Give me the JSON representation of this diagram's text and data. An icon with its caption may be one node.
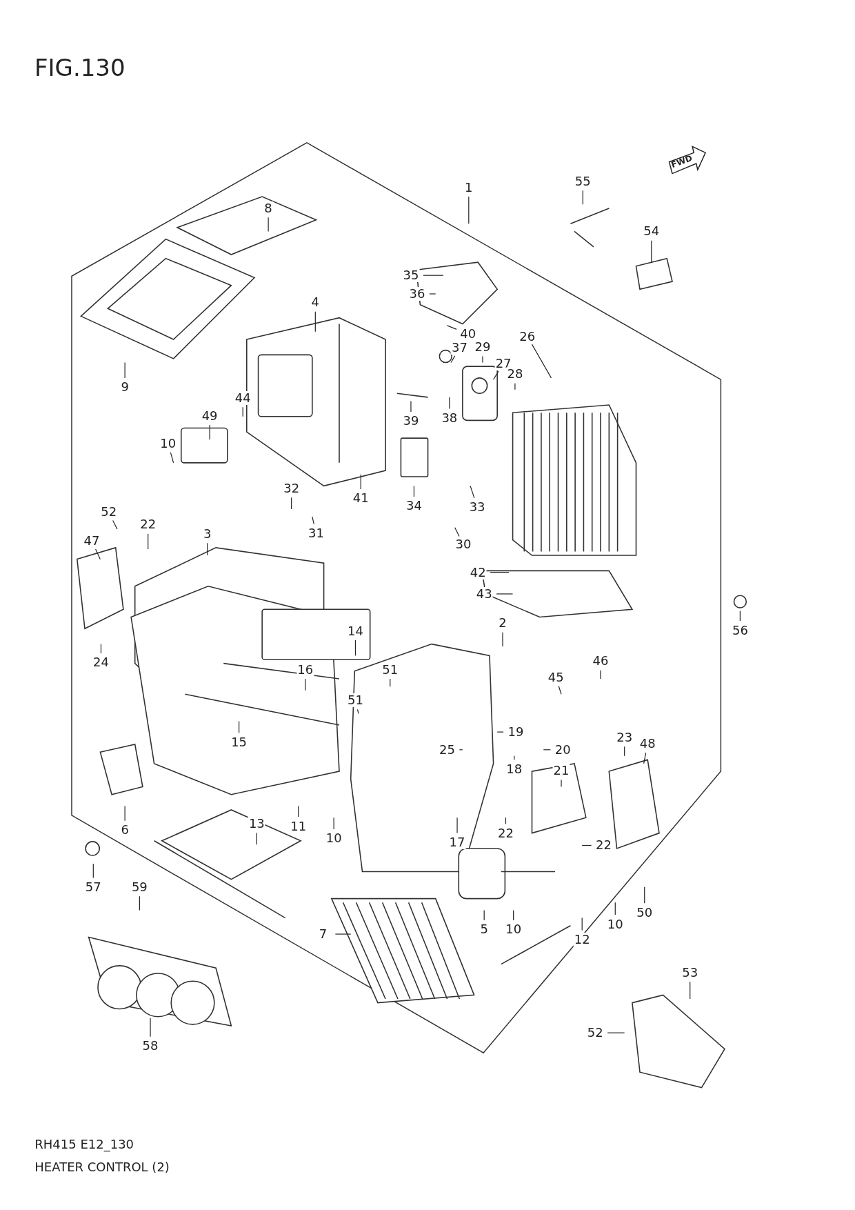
{
  "diagram": {
    "title": "FIG.130",
    "caption": "HEATER CONTROL (2)",
    "nodes": [
      {
        "text": [
          "8"
        ]
      },
      {
        "text": [
          "1"
        ]
      },
      {
        "text": [
          "55"
        ]
      },
      {
        "text": [
          "54"
        ]
      },
      {
        "text": [
          "35"
        ]
      },
      {
        "text": [
          "36"
        ]
      },
      {
        "text": [
          "4"
        ]
      },
      {
        "text": [
          "40"
        ]
      },
      {
        "text": [
          "26"
        ]
      },
      {
        "text": [
          "29"
        ]
      },
      {
        "text": [
          "37"
        ]
      },
      {
        "text": [
          "27"
        ]
      },
      {
        "text": [
          "28"
        ]
      },
      {
        "text": [
          "9"
        ]
      },
      {
        "text": [
          "38"
        ]
      },
      {
        "text": [
          "39"
        ]
      },
      {
        "text": [
          "44"
        ]
      },
      {
        "text": [
          "49"
        ]
      },
      {
        "text": [
          "10"
        ]
      },
      {
        "text": [
          "41"
        ]
      },
      {
        "text": [
          "34"
        ]
      },
      {
        "text": [
          "33"
        ]
      },
      {
        "text": [
          "32"
        ]
      },
      {
        "text": [
          "31"
        ]
      },
      {
        "text": [
          "52"
        ]
      },
      {
        "text": [
          "22"
        ]
      },
      {
        "text": [
          "47"
        ]
      },
      {
        "text": [
          "3"
        ]
      },
      {
        "text": [
          "30"
        ]
      },
      {
        "text": [
          "42"
        ]
      },
      {
        "text": [
          "43"
        ]
      },
      {
        "text": [
          "56"
        ]
      },
      {
        "text": [
          "14"
        ]
      },
      {
        "text": [
          "2"
        ]
      },
      {
        "text": [
          "24"
        ]
      },
      {
        "text": [
          "16"
        ]
      },
      {
        "text": [
          "51"
        ]
      },
      {
        "text": [
          "46"
        ]
      },
      {
        "text": [
          "45"
        ]
      },
      {
        "text": [
          "51"
        ]
      },
      {
        "text": [
          "15"
        ]
      },
      {
        "text": [
          "19"
        ]
      },
      {
        "text": [
          "20"
        ]
      },
      {
        "text": [
          "23"
        ]
      },
      {
        "text": [
          "48"
        ]
      },
      {
        "text": [
          "25"
        ]
      },
      {
        "text": [
          "18"
        ]
      },
      {
        "text": [
          "21"
        ]
      },
      {
        "text": [
          "6"
        ]
      },
      {
        "text": [
          "13"
        ]
      },
      {
        "text": [
          "11"
        ]
      },
      {
        "text": [
          "10"
        ]
      },
      {
        "text": [
          "22"
        ]
      },
      {
        "text": [
          "17"
        ]
      },
      {
        "text": [
          "22"
        ]
      },
      {
        "text": [
          "57"
        ]
      },
      {
        "text": [
          "59"
        ]
      },
      {
        "text": [
          "7"
        ]
      },
      {
        "text": [
          "5"
        ]
      },
      {
        "text": [
          "10"
        ]
      },
      {
        "text": [
          "12"
        ]
      },
      {
        "text": [
          "10"
        ]
      },
      {
        "text": [
          "50"
        ]
      },
      {
        "text": [
          "53"
        ]
      },
      {
        "text": [
          "52"
        ]
      },
      {
        "text": [
          "58"
        ]
      }
    ],
    "edges": [
      {
        "from": 0,
        "to": null,
        "arrow": "none"
      },
      {
        "from": 1,
        "to": null,
        "arrow": "none"
      },
      {
        "from": 2,
        "to": null,
        "arrow": "none"
      },
      {
        "from": 3,
        "to": null,
        "arrow": "none"
      },
      {
        "from": 4,
        "to": null,
        "arrow": "none"
      },
      {
        "from": 5,
        "to": null,
        "arrow": "none"
      },
      {
        "from": 6,
        "to": null,
        "arrow": "none"
      },
      {
        "from": 7,
        "to": null,
        "arrow": "none"
      },
      {
        "from": 8,
        "to": null,
        "arrow": "none"
      },
      {
        "from": 9,
        "to": null,
        "arrow": "none"
      },
      {
        "from": 10,
        "to": null,
        "arrow": "none"
      },
      {
        "from": 11,
        "to": null,
        "arrow": "none"
      },
      {
        "from": 12,
        "to": null,
        "arrow": "none"
      },
      {
        "from": 13,
        "to": null,
        "arrow": "none"
      },
      {
        "from": 14,
        "to": null,
        "arrow": "none"
      },
      {
        "from": 15,
        "to": null,
        "arrow": "none"
      },
      {
        "from": 16,
        "to": null,
        "arrow": "none"
      },
      {
        "from": 17,
        "to": null,
        "arrow": "none"
      },
      {
        "from": 18,
        "to": null,
        "arrow": "none"
      },
      {
        "from": 19,
        "to": null,
        "arrow": "none"
      },
      {
        "from": 20,
        "to": null,
        "arrow": "none"
      },
      {
        "from": 21,
        "to": null,
        "arrow": "none"
      },
      {
        "from": 22,
        "to": null,
        "arrow": "none"
      },
      {
        "from": 23,
        "to": null,
        "arrow": "none"
      },
      {
        "from": 24,
        "to": null,
        "arrow": "none"
      },
      {
        "from": 25,
        "to": null,
        "arrow": "none"
      },
      {
        "from": 26,
        "to": null,
        "arrow": "none"
      },
      {
        "from": 27,
        "to": null,
        "arrow": "none"
      },
      {
        "from": 28,
        "to": null,
        "arrow": "none"
      },
      {
        "from": 29,
        "to": null,
        "arrow": "none"
      },
      {
        "from": 30,
        "to": null,
        "arrow": "none"
      },
      {
        "from": 31,
        "to": null,
        "arrow": "none"
      },
      {
        "from": 32,
        "to": null,
        "arrow": "none"
      },
      {
        "from": 33,
        "to": null,
        "arrow": "none"
      },
      {
        "from": 34,
        "to": null,
        "arrow": "none"
      },
      {
        "from": 35,
        "to": null,
        "arrow": "none"
      },
      {
        "from": 36,
        "to": null,
        "arrow": "none"
      },
      {
        "from": 37,
        "to": null,
        "arrow": "none"
      },
      {
        "from": 38,
        "to": null,
        "arrow": "none"
      },
      {
        "from": 39,
        "to": null,
        "arrow": "none"
      },
      {
        "from": 40,
        "to": null,
        "arrow": "none"
      },
      {
        "from": 41,
        "to": null,
        "arrow": "none"
      },
      {
        "from": 42,
        "to": null,
        "arrow": "none"
      },
      {
        "from": 43,
        "to": null,
        "arrow": "none"
      },
      {
        "from": 44,
        "to": null,
        "arrow": "none"
      },
      {
        "from": 45,
        "to": null,
        "arrow": "none"
      },
      {
        "from": 46,
        "to": null,
        "arrow": "none"
      },
      {
        "from": 47,
        "to": null,
        "arrow": "none"
      },
      {
        "from": 48,
        "to": null,
        "arrow": "none"
      },
      {
        "from": 49,
        "to": null,
        "arrow": "none"
      },
      {
        "from": 50,
        "to": null,
        "arrow": "none"
      },
      {
        "from": 51,
        "to": null,
        "arrow": "none"
      },
      {
        "from": 52,
        "to": null,
        "arrow": "none"
      },
      {
        "from": 53,
        "to": null,
        "arrow": "none"
      },
      {
        "from": 54,
        "to": null,
        "arrow": "none"
      },
      {
        "from": 55,
        "to": null,
        "arrow": "none"
      },
      {
        "from": 56,
        "to": null,
        "arrow": "none"
      },
      {
        "from": 57,
        "to": null,
        "arrow": "none"
      },
      {
        "from": 58,
        "to": null,
        "arrow": "none"
      },
      {
        "from": 59,
        "to": null,
        "arrow": "none"
      },
      {
        "from": 60,
        "to": null,
        "arrow": "none"
      },
      {
        "from": 61,
        "to": null,
        "arrow": "none"
      },
      {
        "from": 62,
        "to": null,
        "arrow": "none"
      },
      {
        "from": 63,
        "to": null,
        "arrow": "none"
      },
      {
        "from": 64,
        "to": null,
        "arrow": "none"
      },
      {
        "from": 65,
        "to": null,
        "arrow": "none"
      }
    ],
    "labels": [
      "FWD",
      "RH415 E12_130"
    ]
  }
}
